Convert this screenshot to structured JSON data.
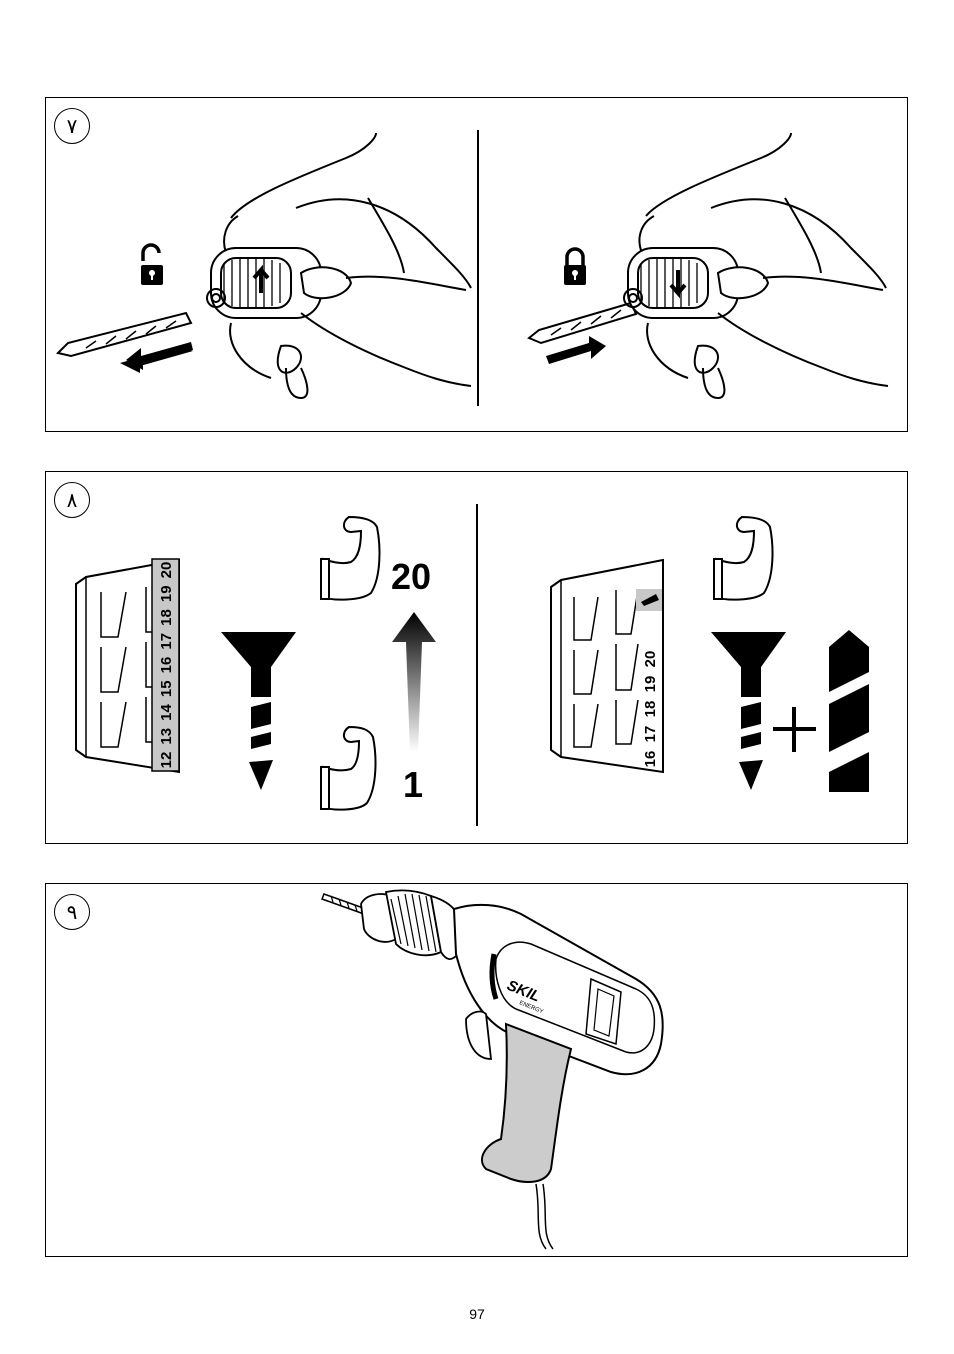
{
  "panels": [
    {
      "step": "٧",
      "left": {
        "lock_state_icon": "unlocked-padlock-icon",
        "arrow_direction": "out"
      },
      "right": {
        "lock_state_icon": "locked-padlock-icon",
        "arrow_direction": "in"
      }
    },
    {
      "step": "٨",
      "left": {
        "torque_max_label": "20",
        "torque_min_label": "1",
        "collar_scale": [
          "12",
          "13",
          "14",
          "15",
          "16",
          "17",
          "18",
          "19",
          "20"
        ]
      },
      "right": {
        "collar_scale": [
          "16",
          "17",
          "18",
          "19",
          "20"
        ]
      }
    },
    {
      "step": "٩",
      "drill": {
        "brand": "SKIL",
        "sub_brand": "ENERGY"
      }
    }
  ],
  "page_number": "97",
  "colors": {
    "line": "#000000",
    "highlight": "#c8c8c8",
    "grip": "#cccccc"
  }
}
